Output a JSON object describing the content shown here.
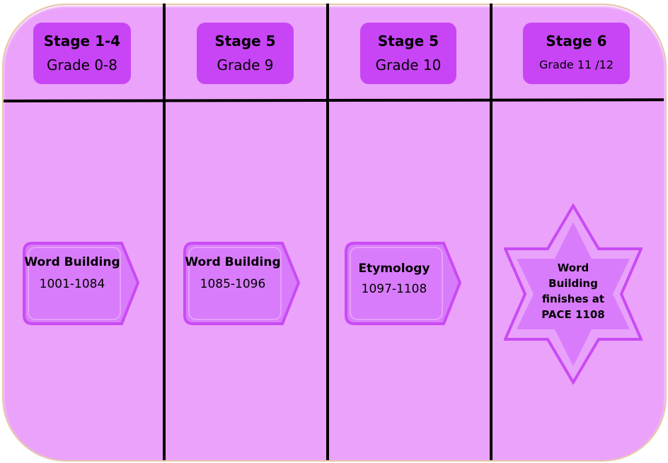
{
  "stages": [
    {
      "stage": "Stage 1-4",
      "grade": "Grade 0-8"
    },
    {
      "stage": "Stage 5",
      "grade": "Grade 9"
    },
    {
      "stage": "Stage 5",
      "grade": "Grade 10"
    },
    {
      "stage": "Stage 6",
      "grade": "Grade 11 /12"
    }
  ],
  "cards": [
    {
      "title": "Word Building",
      "range": "1001-1084"
    },
    {
      "title": "Word Building",
      "range": "1085-1096"
    },
    {
      "title": "Etymology",
      "range": "1097-1108"
    }
  ],
  "star": {
    "text": "Word Building finishes at PACE 1108"
  },
  "colors": {
    "panel": "#eba2fb",
    "header": "#c845f6",
    "card": "#d97cfb",
    "border": "#c94bf4"
  }
}
